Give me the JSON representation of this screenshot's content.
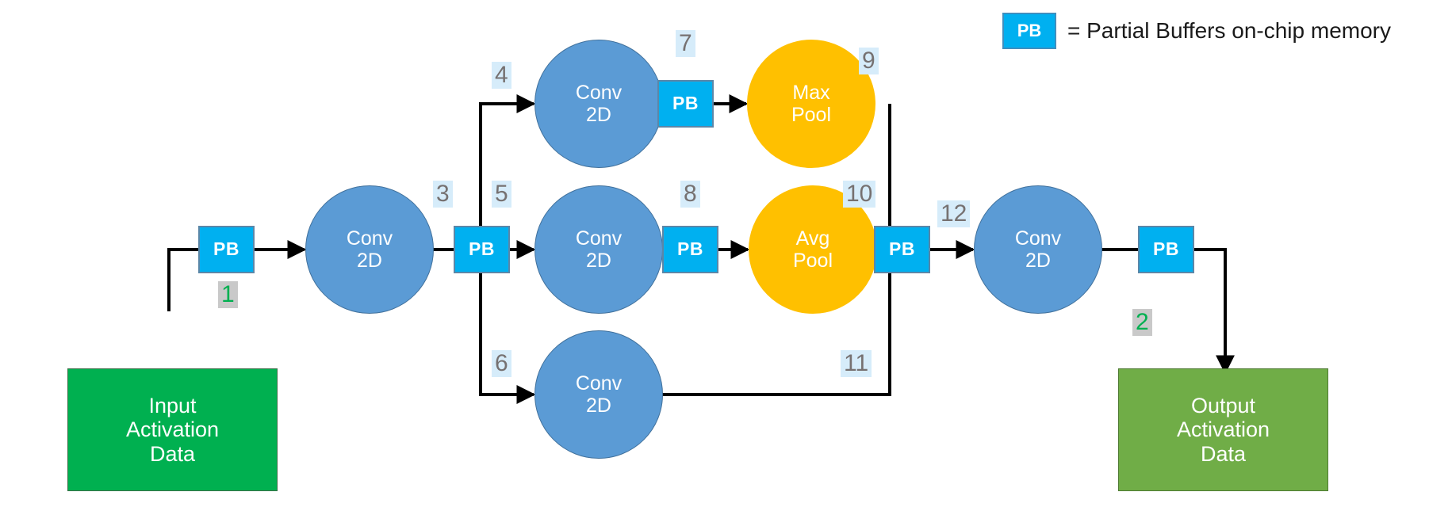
{
  "legend": {
    "chip_label": "PB",
    "text": "= Partial Buffers on-chip memory",
    "chip_color": "#00B0F0"
  },
  "io": {
    "input": {
      "line1": "Input",
      "line2": "Activation",
      "line3": "Data",
      "color": "#00B050"
    },
    "output": {
      "line1": "Output",
      "line2": "Activation",
      "line3": "Data",
      "color": "#70AD47"
    }
  },
  "nodes": {
    "conv_stem": {
      "line1": "Conv",
      "line2": "2D",
      "color": "#5B9BD5"
    },
    "conv_top": {
      "line1": "Conv",
      "line2": "2D",
      "color": "#5B9BD5"
    },
    "conv_mid": {
      "line1": "Conv",
      "line2": "2D",
      "color": "#5B9BD5"
    },
    "conv_bottom": {
      "line1": "Conv",
      "line2": "2D",
      "color": "#5B9BD5"
    },
    "conv_tail": {
      "line1": "Conv",
      "line2": "2D",
      "color": "#5B9BD5"
    },
    "max_pool": {
      "line1": "Max",
      "line2": "Pool",
      "color": "#FFC000"
    },
    "avg_pool": {
      "line1": "Avg",
      "line2": "Pool",
      "color": "#FFC000"
    }
  },
  "buffers": {
    "pb_in": "PB",
    "pb_split": "PB",
    "pb_top": "PB",
    "pb_mid": "PB",
    "pb_merge": "PB",
    "pb_out": "PB"
  },
  "edge_labels": [
    {
      "id": "1",
      "text": "1",
      "style": "green"
    },
    {
      "id": "2",
      "text": "2",
      "style": "green"
    },
    {
      "id": "3",
      "text": "3",
      "style": "blue"
    },
    {
      "id": "4",
      "text": "4",
      "style": "blue"
    },
    {
      "id": "5",
      "text": "5",
      "style": "blue"
    },
    {
      "id": "6",
      "text": "6",
      "style": "blue"
    },
    {
      "id": "7",
      "text": "7",
      "style": "blue"
    },
    {
      "id": "8",
      "text": "8",
      "style": "blue"
    },
    {
      "id": "9",
      "text": "9",
      "style": "blue"
    },
    {
      "id": "10",
      "text": "10",
      "style": "blue"
    },
    {
      "id": "11",
      "text": "11",
      "style": "blue"
    },
    {
      "id": "12",
      "text": "12",
      "style": "blue"
    }
  ],
  "colors": {
    "conv": "#5B9BD5",
    "pool": "#FFC000",
    "buffer": "#00B0F0",
    "input": "#00B050",
    "output": "#70AD47",
    "edge": "#000000",
    "label_text": "#767171",
    "label_bg": "#D6ECFA",
    "green_label_text": "#00B050",
    "green_label_bg": "#C9C9C9"
  }
}
